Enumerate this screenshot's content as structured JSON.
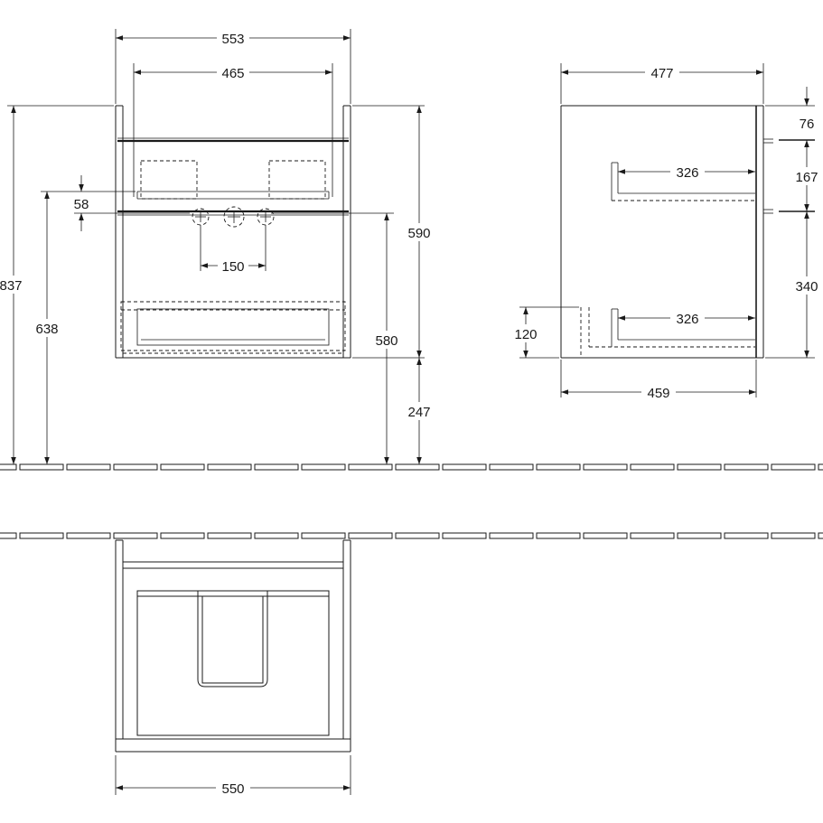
{
  "drawing": {
    "front_view": {
      "width_overall": "553",
      "width_inner": "465",
      "height_overall": "837",
      "height_siphon": "638",
      "height_cabinet": "590",
      "height_floor_clearance": "247",
      "height_tap_level": "580",
      "offset_58": "58",
      "spacing_150": "150"
    },
    "side_view": {
      "depth_overall": "477",
      "depth_inner": "459",
      "drawer_depth_upper": "326",
      "drawer_depth_lower": "326",
      "offset_top": "76",
      "rail_spacing": "167",
      "lower_height": "340",
      "plinth_height": "120"
    },
    "top_view": {
      "width": "550"
    }
  }
}
